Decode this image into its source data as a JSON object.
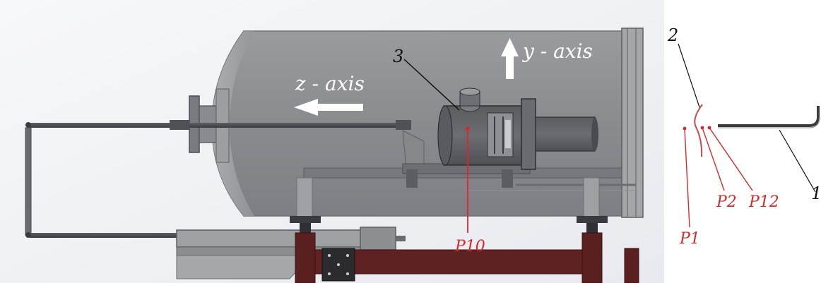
{
  "labels": {
    "num_3": "3",
    "num_2": "2",
    "num_1": "1",
    "z_axis": "z - axis",
    "y_axis": "y - axis",
    "p10": "P10",
    "p1": "P1",
    "p2": "P2",
    "p12": "P12"
  },
  "colors": {
    "annotation_red": "#d42a2a",
    "frame_brown": "#5a1f1f",
    "tank_gray": "#8e8f93"
  }
}
